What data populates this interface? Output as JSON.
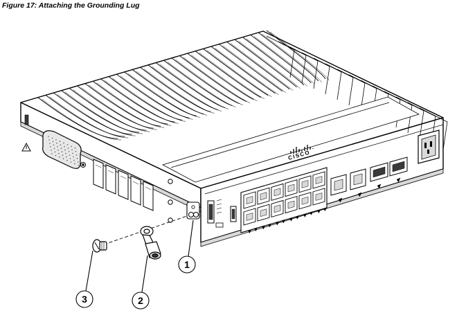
{
  "figure": {
    "caption": "Figure 17: Attaching the Grounding Lug"
  },
  "callouts": [
    {
      "number": "1",
      "target": "grounding-screw-holes"
    },
    {
      "number": "2",
      "target": "grounding-lug"
    },
    {
      "number": "3",
      "target": "grounding-screw"
    }
  ],
  "device": {
    "logo": "CISCO"
  },
  "colors": {
    "line": "#000000",
    "fill": "#ffffff",
    "shade": "#d9d9d9",
    "dark": "#3a3a3a"
  }
}
